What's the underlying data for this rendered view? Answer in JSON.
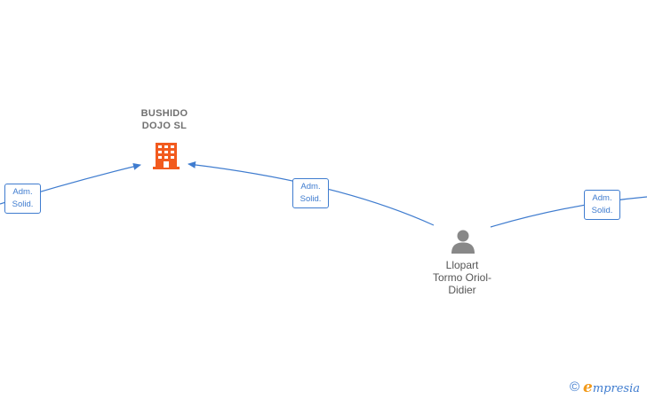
{
  "diagram": {
    "colors": {
      "edge": "#3f7ccf",
      "company": "#f25a1e",
      "person": "#888888",
      "label": "#707070"
    },
    "company": {
      "name_lines": [
        "BUSHIDO",
        "DOJO  SL"
      ],
      "icon": "building-icon"
    },
    "person": {
      "name_lines": [
        "Llopart",
        "Tormo Oriol-",
        "Didier"
      ],
      "icon": "person-icon"
    },
    "relations": [
      {
        "role_lines": [
          "Adm.",
          "Solid."
        ]
      },
      {
        "role_lines": [
          "Adm.",
          "Solid."
        ]
      },
      {
        "role_lines": [
          "Adm.",
          "Solid."
        ]
      }
    ]
  },
  "footer": {
    "copyright_symbol": "©",
    "brand_initial": "e",
    "brand_rest": "mpresia"
  }
}
